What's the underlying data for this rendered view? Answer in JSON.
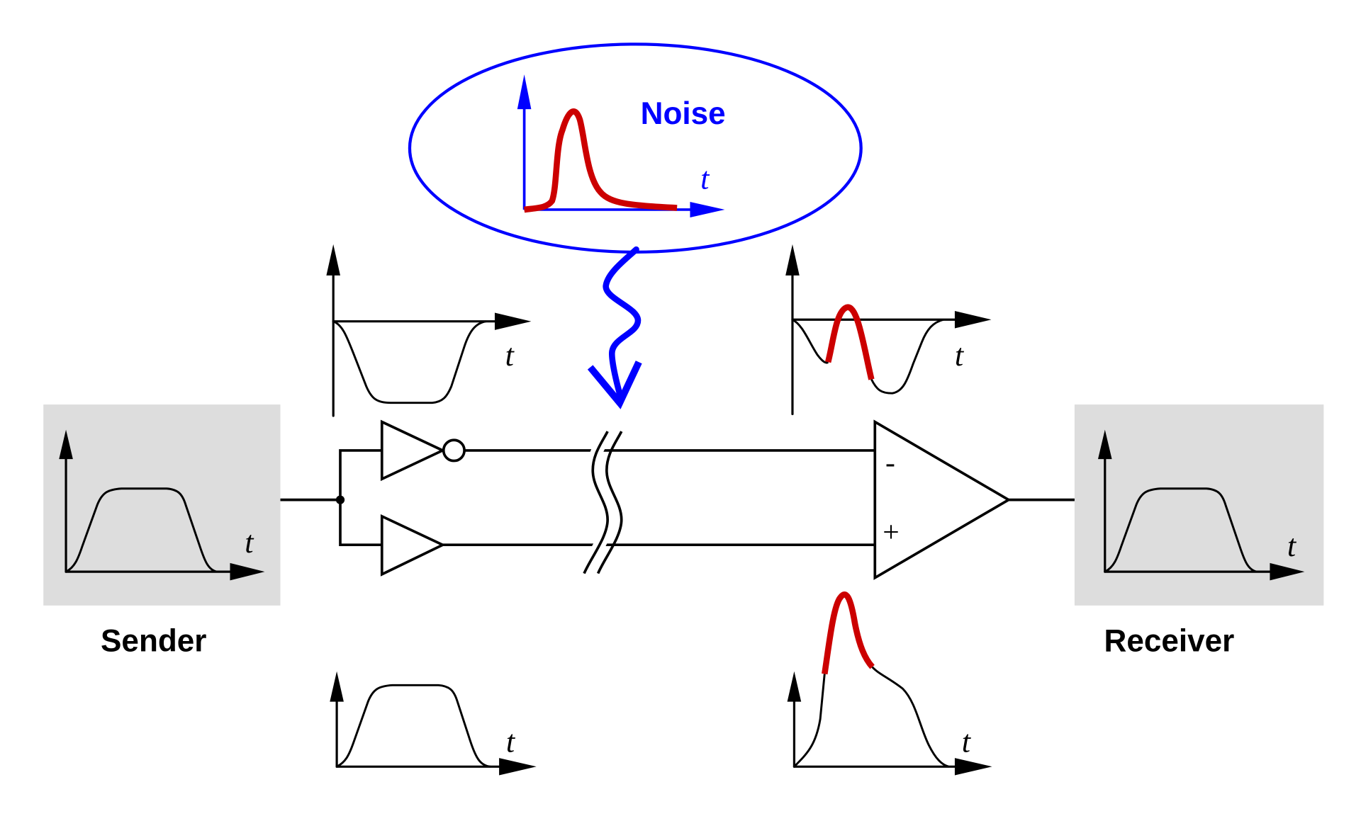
{
  "labels": {
    "sender": "Sender",
    "receiver": "Receiver",
    "noise": "Noise",
    "time_axis": "t",
    "amp_minus": "-",
    "amp_plus": "+"
  },
  "colors": {
    "noise": "#0000ff",
    "disturbance": "#cc0000",
    "box_fill": "#dddddd"
  },
  "components": [
    "sender-box",
    "split-node",
    "inverting-driver",
    "non-inverting-driver",
    "twisted-pair-line",
    "line-break",
    "differential-amplifier",
    "receiver-box"
  ]
}
